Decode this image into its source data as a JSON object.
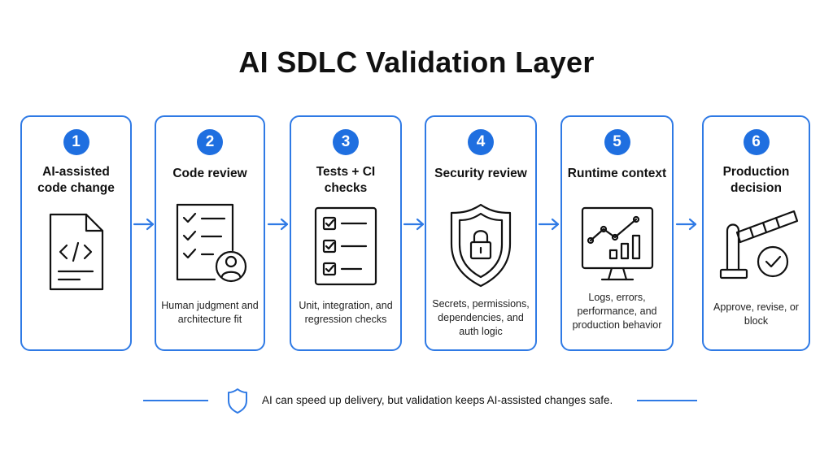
{
  "title": "AI SDLC Validation Layer",
  "accent_color": "#1f6fe0",
  "steps": [
    {
      "number": "1",
      "title": "AI-assisted code change",
      "description": "",
      "icon": "code-file-icon"
    },
    {
      "number": "2",
      "title": "Code review",
      "description": "Human judgment and architecture fit",
      "icon": "checklist-reviewer-icon"
    },
    {
      "number": "3",
      "title": "Tests + CI checks",
      "description": "Unit, integration, and regression checks",
      "icon": "checkbox-list-icon"
    },
    {
      "number": "4",
      "title": "Security review",
      "description": "Secrets, permissions, dependencies, and auth logic",
      "icon": "shield-lock-icon"
    },
    {
      "number": "5",
      "title": "Runtime context",
      "description": "Logs, errors, performance, and production behavior",
      "icon": "monitor-chart-icon"
    },
    {
      "number": "6",
      "title": "Production decision",
      "description": "Approve, revise, or block",
      "icon": "barrier-gate-check-icon"
    }
  ],
  "footer": {
    "icon": "shield-icon",
    "text": "AI can speed up delivery, but validation keeps AI-assisted changes safe."
  }
}
